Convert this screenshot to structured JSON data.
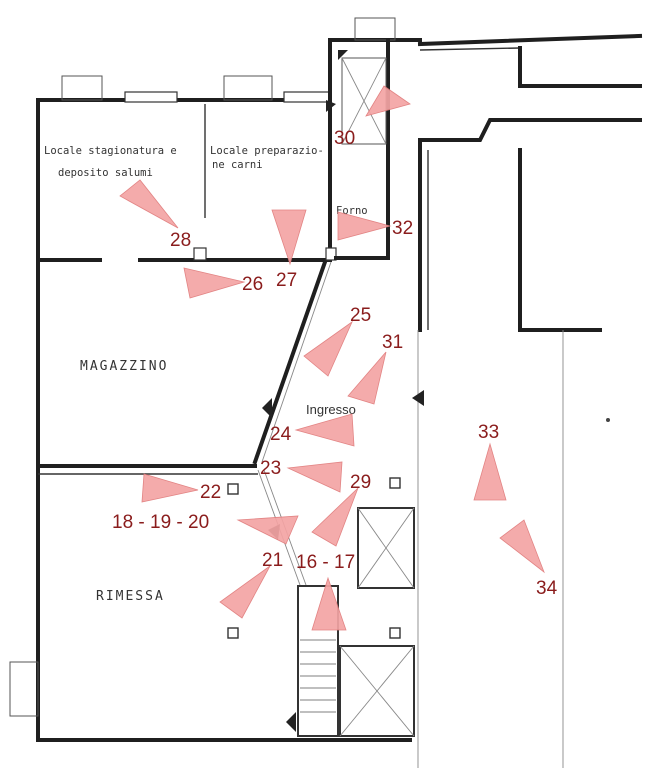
{
  "rooms": {
    "stagionatura_line1": "Locale stagionatura e",
    "stagionatura_line2": "deposito salumi",
    "preparazione_line1": "Locale preparazio-",
    "preparazione_line2": "ne carni",
    "forno": "Forno",
    "magazzino": "MAGAZZINO",
    "ingresso": "Ingresso",
    "rimessa": "RIMESSA"
  },
  "cameras": [
    {
      "id": "c30",
      "label": "30",
      "dir": 200
    },
    {
      "id": "c28",
      "label": "28",
      "dir": 330
    },
    {
      "id": "c27",
      "label": "27",
      "dir": 270
    },
    {
      "id": "c32",
      "label": "32",
      "dir": 180
    },
    {
      "id": "c26",
      "label": "26",
      "dir": 180
    },
    {
      "id": "c25",
      "label": "25",
      "dir": 130
    },
    {
      "id": "c31",
      "label": "31",
      "dir": 125
    },
    {
      "id": "c24",
      "label": "24",
      "dir": 0
    },
    {
      "id": "c23",
      "label": "23",
      "dir": 15
    },
    {
      "id": "c22",
      "label": "22",
      "dir": 180
    },
    {
      "id": "c29",
      "label": "29",
      "dir": 130
    },
    {
      "id": "c33",
      "label": "33",
      "dir": 270
    },
    {
      "id": "c34",
      "label": "34",
      "dir": 220
    },
    {
      "id": "c18-20",
      "label": "18 - 19 - 20",
      "dir": 0
    },
    {
      "id": "c21",
      "label": "21",
      "dir": 140
    },
    {
      "id": "c16-17",
      "label": "16 - 17",
      "dir": 270
    }
  ]
}
